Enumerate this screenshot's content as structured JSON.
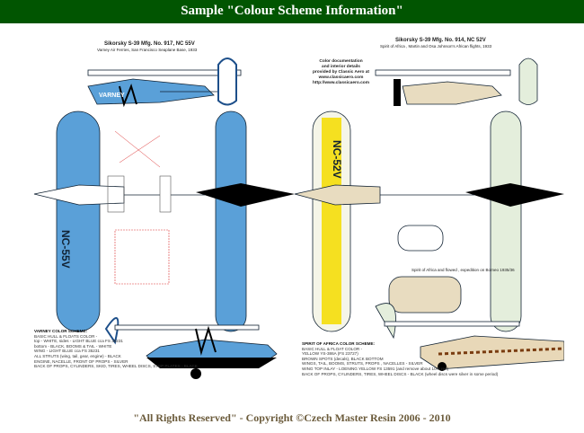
{
  "header": {
    "title": "Sample \"Colour Scheme Information\""
  },
  "left_plane": {
    "title": "Sikorsky S-39 Mfg. No. 917, NC 55V",
    "subtitle": "Varney Air Ferries, San Francisco Seaplane Base, 1933",
    "registration": "NC-55V",
    "name": "VARNEY",
    "scheme_title": "VARNEY COLOR SCHEME:",
    "scheme_lines": [
      "BASIC HULL & FLOATS COLOR -",
      "top - WHITE, sides - LIGHT BLUE cca FS 35231",
      "bottom - BLACK, BOOMS & TAIL - WHITE",
      "WING - LIGHT BLUE cca FS 35231",
      "ALL STRUTS (wing, tail, gear, engine) - BLACK",
      "ENGINE, NACELLE, FRONT OF PROPS - SILVER",
      "BACK OF PROPS, CYLINDERS, SKID, TIRES, WHEEL DISCS, STEP PLATES - BLACK"
    ],
    "color": "#5aa0d8"
  },
  "right_plane": {
    "title": "Sikorsky S-39 Mfg. No. 914, NC 52V",
    "subtitle": "Spirit of Africa , Martin and Osa Johnson's African flights, 1933",
    "registration": "NC-52V",
    "credit_lines": [
      "Color documentation",
      "and interior details",
      "provided by Classic Aero at",
      "www.classicaero.com",
      "http://www.classicaero.com"
    ],
    "caption": "Spirit of Africa and flowed , expedition on Borneo 1935/36",
    "scheme_title": "SPIRIT OF AFRICA COLOR SCHEME:",
    "scheme_lines": [
      "BASIC HULL & FLOAT COLOR -",
      "YELLOW YS-386A (FS 23727)",
      "BROWN SPOTS (decals), BLACK BOTTOM",
      "WINGS, TAIL, BOOMS, STRUTS, PROPS , NACELLES - SILVER",
      "WING TOP INLAY - LOENING YELLOW FS 13591 (and remove about 10% red)",
      "BACK OF PROPS, CYLINDERS, TIRES, WHEEL DISCS - BLACK (wheel discs were silver in some period)"
    ],
    "yellow": "#f5e020",
    "wing_color": "#e4eedc"
  },
  "footer": {
    "copyright": "\"All Rights Reserved\" - Copyright ©Czech Master Resin 2006 - 2010"
  }
}
